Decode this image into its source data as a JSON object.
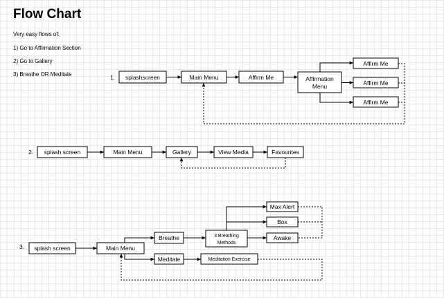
{
  "title": "Flow Chart",
  "intro": {
    "heading": "Very easy flows of:",
    "items": [
      "1) Go to Affirmation Section",
      "2) Go to Gallery",
      "3) Breathe OR Meditate"
    ]
  },
  "flows": {
    "flow1": {
      "number": "1.",
      "splash": "splashscreen",
      "main_menu": "Main Menu",
      "affirm_me": "Affirm Me",
      "affirmation_menu": [
        "Affirmation",
        "Menu"
      ],
      "affirm_options": [
        "Affirm Me",
        "Affirm Me",
        "Affirm Me"
      ]
    },
    "flow2": {
      "number": "2.",
      "splash": "splash screen",
      "main_menu": "Main Menu",
      "gallery": "Gallery",
      "view_media": "View  Media",
      "favourites": "Favourites"
    },
    "flow3": {
      "number": "3.",
      "splash": "splash screen",
      "main_menu": "Main Menu",
      "breathe": "Breathe",
      "breathing_methods": [
        "3 Breathing",
        "Methods"
      ],
      "max_alert": "Max Alert",
      "box": "Box",
      "awake": "Awake",
      "meditate": "Meditate",
      "meditation_exercise": "Meditation Exercise"
    }
  }
}
